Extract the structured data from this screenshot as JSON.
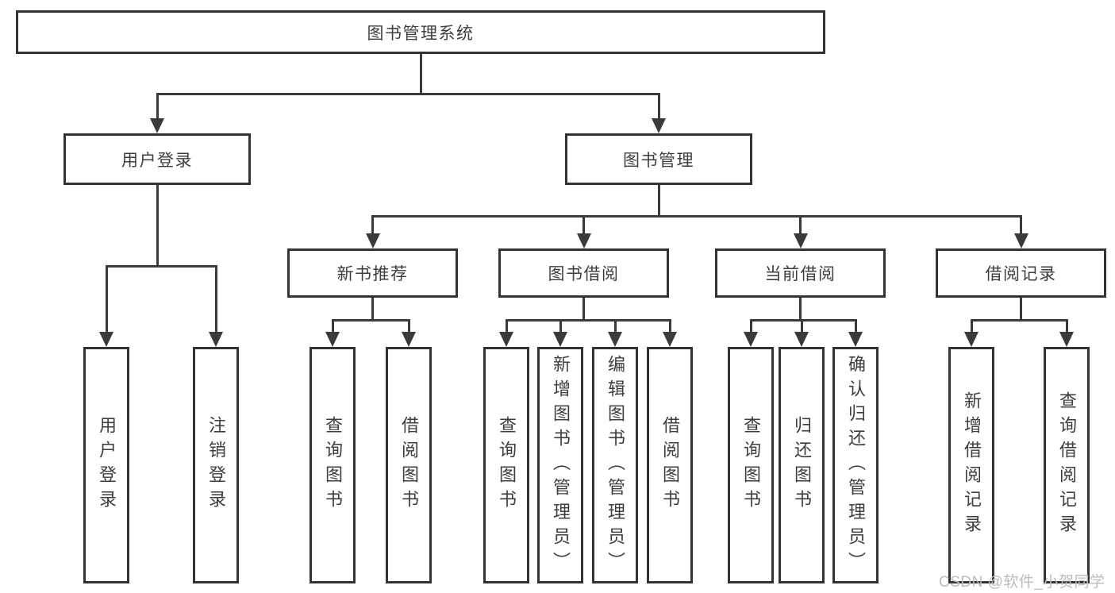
{
  "tree": {
    "label": "图书管理系统",
    "children": [
      {
        "label": "用户登录",
        "children": [
          {
            "label": "用户登录"
          },
          {
            "label": "注销登录"
          }
        ]
      },
      {
        "label": "图书管理",
        "children": [
          {
            "label": "新书推荐",
            "children": [
              {
                "label": "查询图书"
              },
              {
                "label": "借阅图书"
              }
            ]
          },
          {
            "label": "图书借阅",
            "children": [
              {
                "label": "查询图书"
              },
              {
                "label": "新增图书（管理员）"
              },
              {
                "label": "编辑图书（管理员）"
              },
              {
                "label": "借阅图书"
              }
            ]
          },
          {
            "label": "当前借阅",
            "children": [
              {
                "label": "查询图书"
              },
              {
                "label": "归还图书"
              },
              {
                "label": "确认归还（管理员）"
              }
            ]
          },
          {
            "label": "借阅记录",
            "children": [
              {
                "label": "新增借阅记录"
              },
              {
                "label": "查询借阅记录"
              }
            ]
          }
        ]
      }
    ]
  },
  "watermark": {
    "text": "CSDN @软件_小贺同学"
  },
  "colors": {
    "line": "#3a3a3a",
    "border": "#333333",
    "text": "#3d3d3d",
    "watermark": "#bcbcbc",
    "background": "#ffffff"
  }
}
